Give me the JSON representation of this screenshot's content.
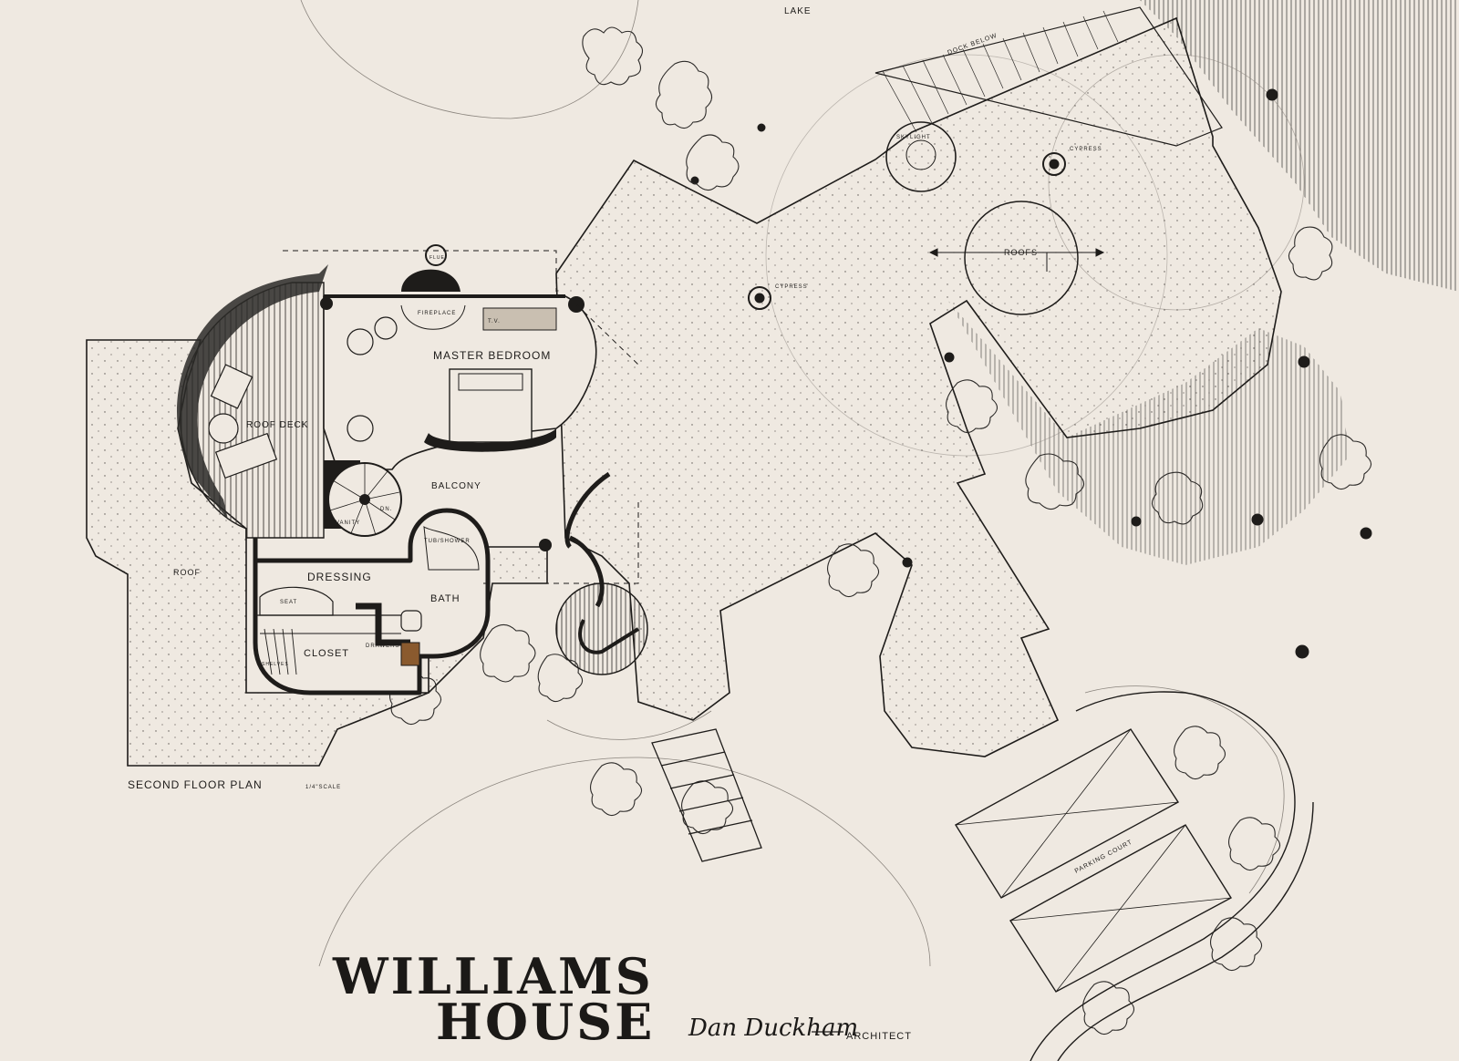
{
  "drawing": {
    "labels": {
      "lake": "LAKE",
      "dock_below": "DOCK BELOW",
      "skylight": "SKYLIGHT",
      "cypress_top": "CYPRESS",
      "cypress_mid": "CYPRESS",
      "roofs": "ROOFS",
      "flue": "FLUE",
      "fireplace": "FIREPLACE",
      "tv": "T.V.",
      "master_bedroom": "MASTER BEDROOM",
      "roof_deck": "ROOF DECK",
      "balcony": "BALCONY",
      "dn": "DN.",
      "vanity": "VANITY",
      "tub_shower": "TUB/SHOWER",
      "dressing": "DRESSING",
      "bath": "BATH",
      "seat": "SEAT",
      "closet": "CLOSET",
      "drawers": "DRAWERS",
      "shelves": "SHELVES",
      "roof": "ROOF",
      "parking_court": "PARKING COURT"
    },
    "plan_caption": "SECOND FLOOR PLAN",
    "scale_note": "1/4\"SCALE",
    "title_line1": "WILLIAMS",
    "title_line2": "HOUSE",
    "architect_signature": "Dan Duckham",
    "architect_role": "ARCHITECT",
    "colors": {
      "paper": "#efe9e1",
      "ink": "#1e1c1a",
      "wood": "#8a5a2e",
      "hedge": "#2c2a28"
    }
  }
}
